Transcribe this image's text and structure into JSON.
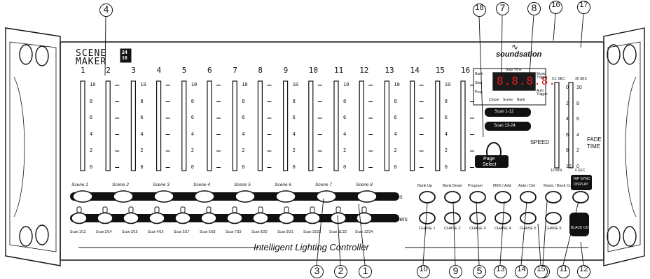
{
  "brand": {
    "name_line1": "SCENE",
    "name_line2": "MAKER",
    "badge_top": "24",
    "badge_bottom": "16",
    "logo": "soundsation"
  },
  "channels": [
    "1",
    "2",
    "3",
    "4",
    "5",
    "6",
    "7",
    "8",
    "9",
    "10",
    "11",
    "12",
    "13",
    "14",
    "15",
    "16"
  ],
  "fader_scale": [
    "10",
    "8",
    "6",
    "4",
    "2",
    "0"
  ],
  "display": {
    "digits": "8.8.8.8.",
    "label_bank": "Bank",
    "label_step": "Step",
    "label_prog": "Prog",
    "label_step_time": "Step Time",
    "label_chase": "Chase",
    "label_scene": "Scene",
    "label_bank_bottom": "Bank",
    "label_music_trigger": "Music Trigger",
    "label_auto_trigger": "Auto Trigger"
  },
  "page": {
    "scan_1_12": "Scan 1-12",
    "scan_13_24": "Scan 13-24",
    "page_select_l1": "Page",
    "page_select_l2": "Select"
  },
  "speed": {
    "label": "SPEED",
    "top": "0.1 SEC",
    "bottom": "10 MIN.",
    "scale": [
      "0",
      "2",
      "4",
      "6",
      "8",
      "10"
    ]
  },
  "fade": {
    "label_l1": "FADE",
    "label_l2": "TIME",
    "top": "30 SEC",
    "bottom": "0 SEC",
    "scale": [
      "10",
      "8",
      "6",
      "4",
      "2",
      "0"
    ]
  },
  "scenes": {
    "labels": [
      "Scene 1",
      "Scene 2",
      "Scene 3",
      "Scene 4",
      "Scene 5",
      "Scene 6",
      "Scene 7",
      "Scene 8"
    ],
    "row_label": "Scenes"
  },
  "scanners": {
    "labels": [
      "Scan 1/13",
      "Scan 2/14",
      "Scan 3/15",
      "Scan 4/16",
      "Scan 5/17",
      "Scan 6/18",
      "Scan 7/19",
      "Scan 8/20",
      "Scan 9/21",
      "Scan 10/22",
      "Scan 11/23",
      "Scan 12/24"
    ],
    "row_label": "Scanners"
  },
  "controls": {
    "top": [
      "Bank Up",
      "Bank Down",
      "Program",
      "MIDI / Add",
      "Auto / Del",
      "Music / Bank Copy"
    ],
    "bottom": [
      "CHASE 1",
      "CHASE 2",
      "CHASE 3",
      "CHASE 4",
      "CHASE 5",
      "CHASE 6"
    ],
    "tap_l1": "TAP SYNC",
    "tap_l2": "DISPLAY",
    "blackout": "BLACK OUT"
  },
  "footer": "Intelligent Lighting Controller",
  "callouts": [
    "1",
    "2",
    "3",
    "4",
    "5",
    "6",
    "7",
    "8",
    "9",
    "10",
    "11",
    "12",
    "13",
    "14",
    "15",
    "16",
    "17",
    "18"
  ],
  "colors": {
    "display_bg": "#1a1a1a",
    "display_digit": "#e02020",
    "panel": "#ffffff",
    "line": "#111111"
  }
}
